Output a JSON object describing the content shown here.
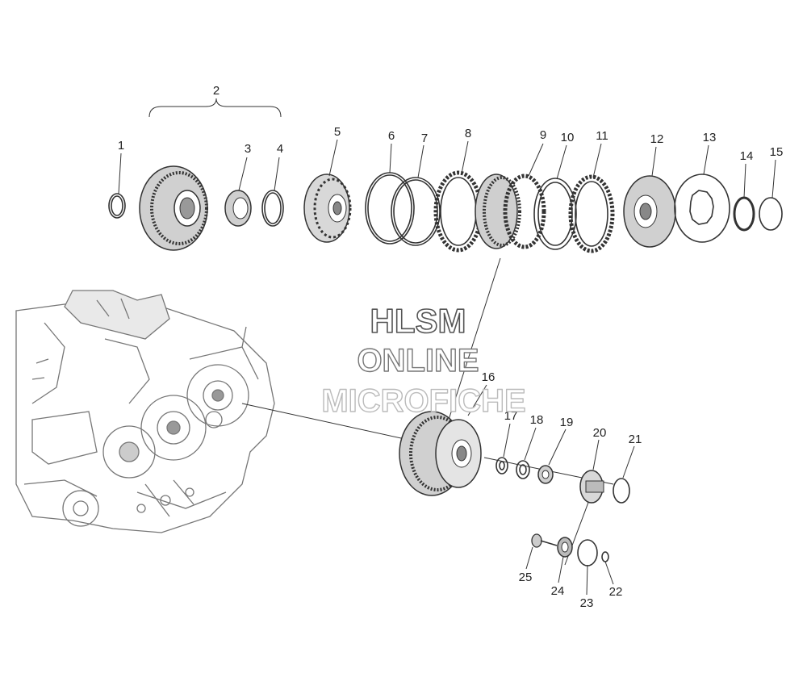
{
  "labels": [
    "1",
    "2",
    "3",
    "4",
    "5",
    "6",
    "7",
    "8",
    "9",
    "10",
    "11",
    "12",
    "13",
    "14",
    "15",
    "16",
    "17",
    "18",
    "19",
    "20",
    "21",
    "22",
    "23",
    "24",
    "25"
  ],
  "watermark": [
    "HLSM",
    "ONLINE",
    "MICROFICHE"
  ],
  "colors": {
    "line": "#333333",
    "fill": "#bdbdbd",
    "watermark_stroke": "#555555",
    "watermark_faint": "#bbbbbb"
  }
}
